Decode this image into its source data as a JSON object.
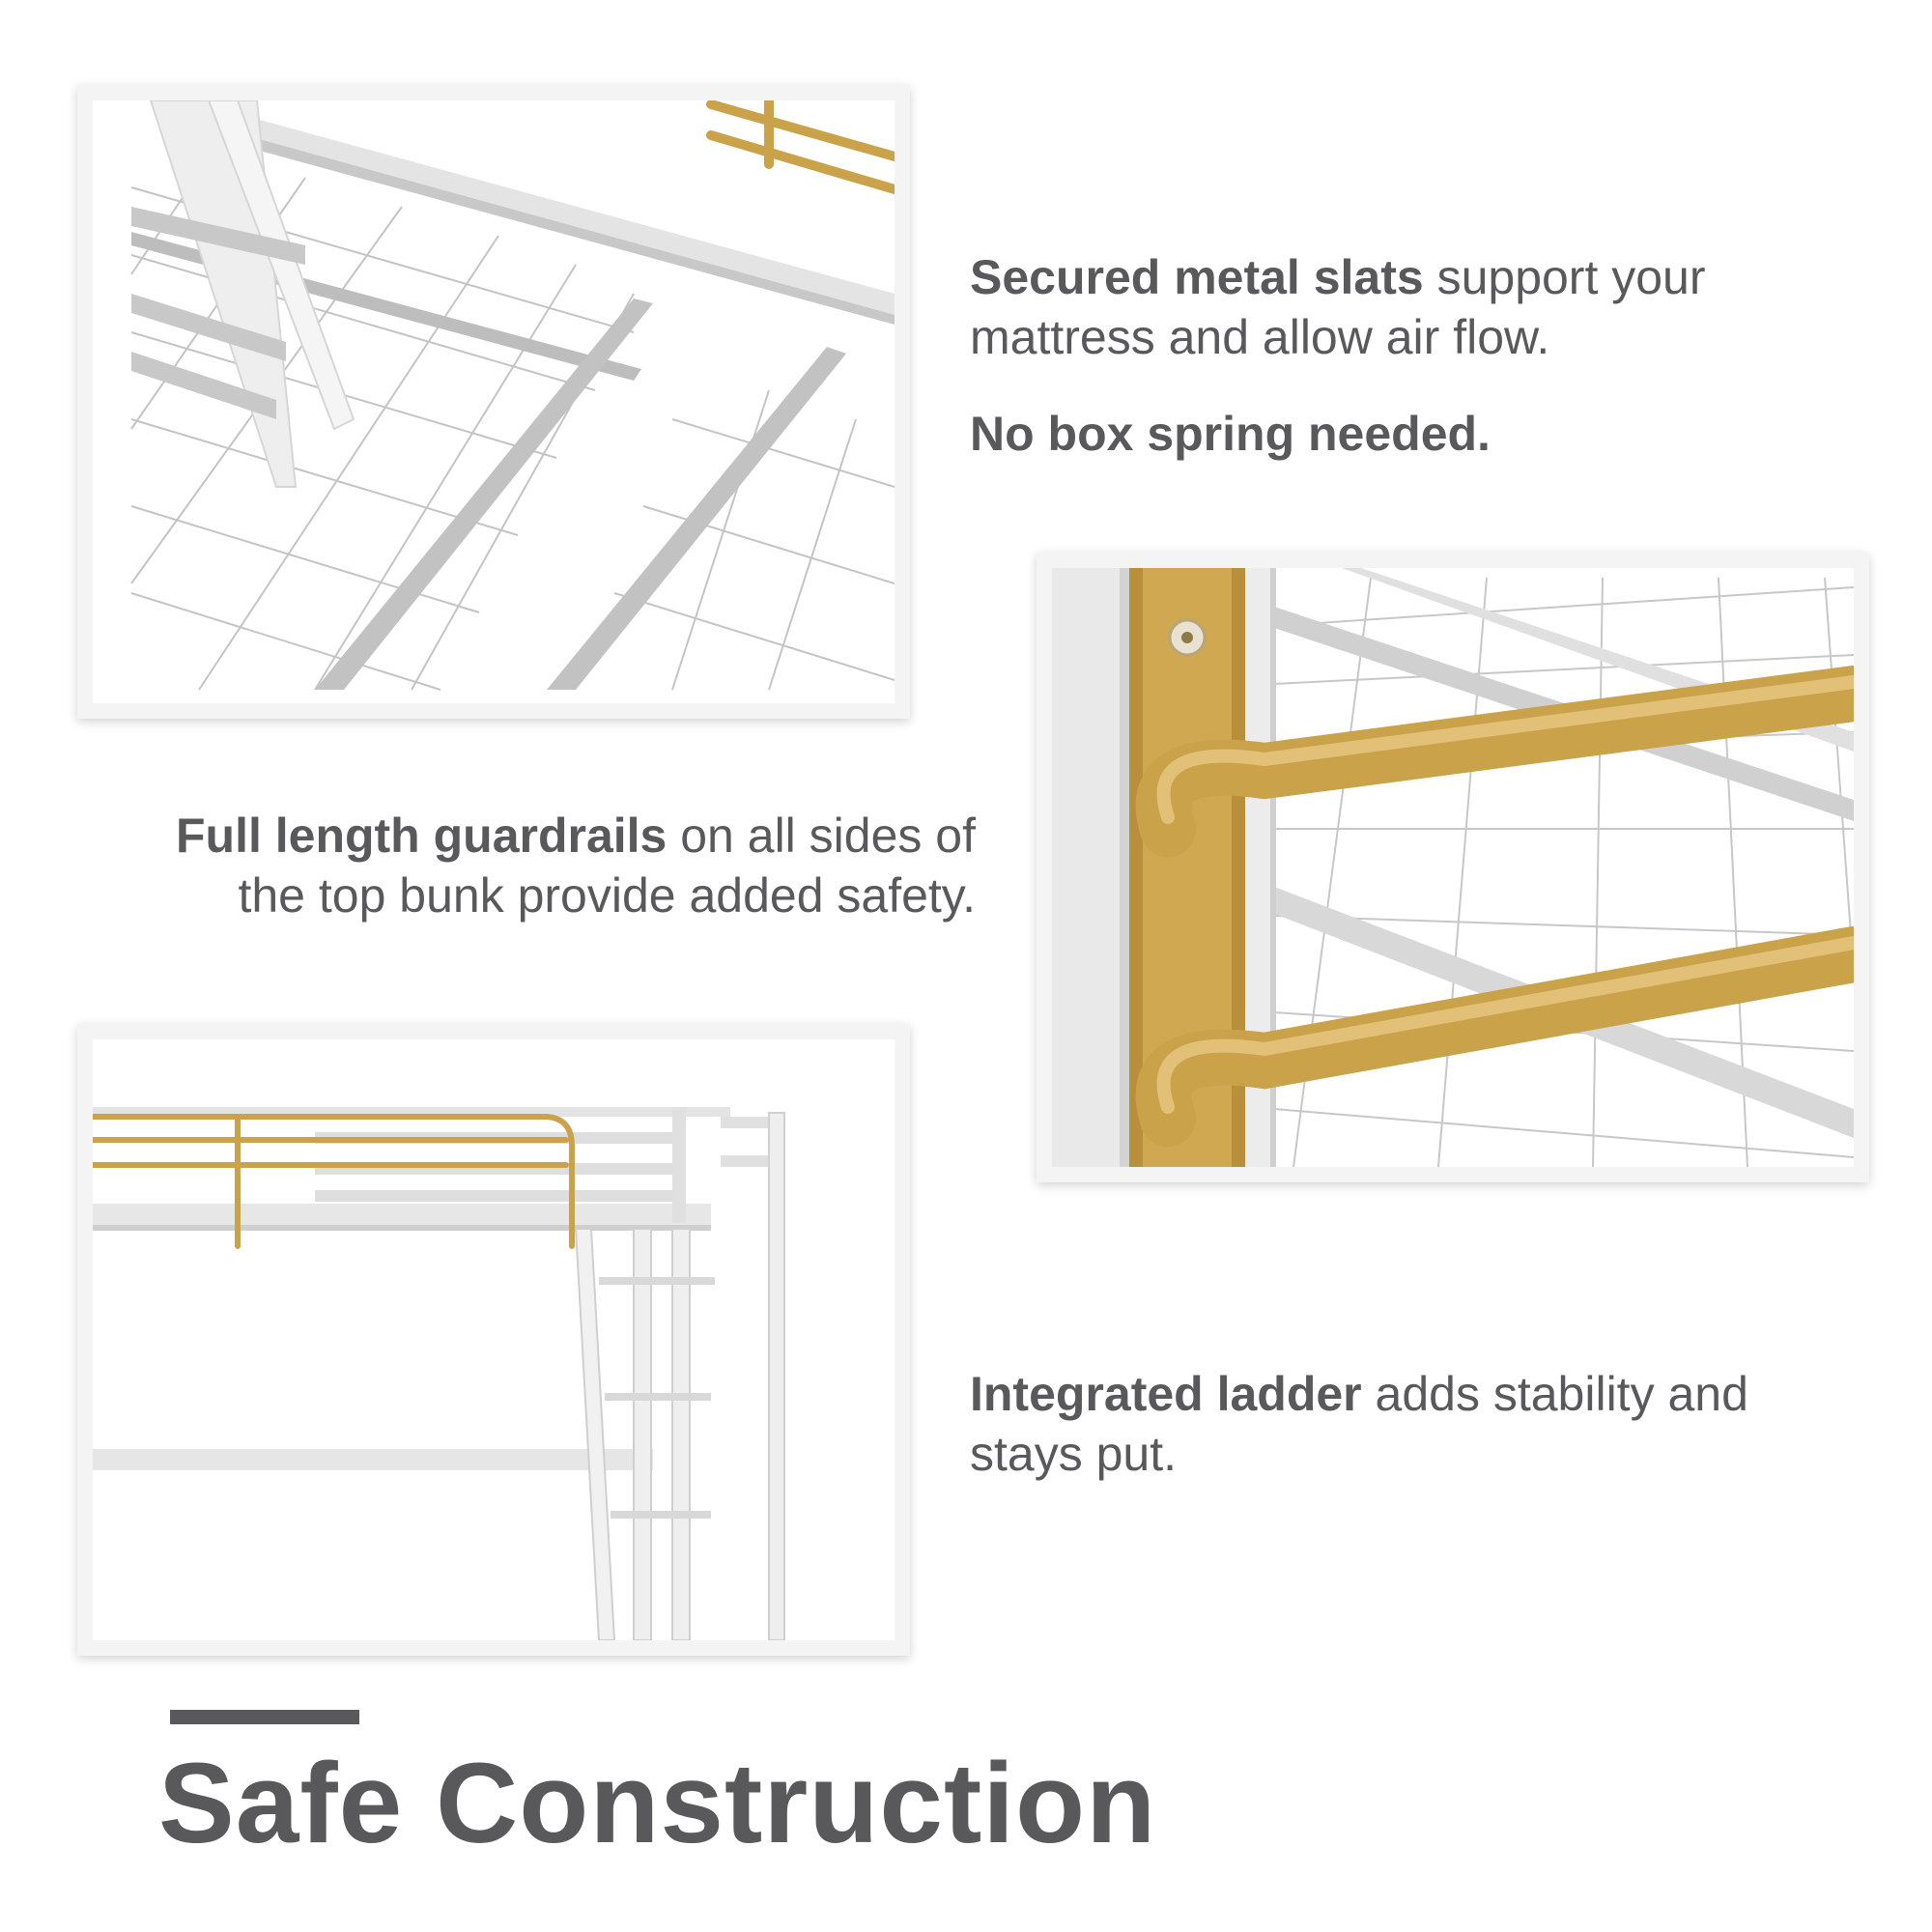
{
  "captions": {
    "slats": {
      "bold": "Secured metal slats",
      "rest": " support your mattress and allow air flow."
    },
    "no_box_spring": "No box spring needed.",
    "guardrails": {
      "bold": "Full length guardrails",
      "rest": " on all sides of the top bunk provide added safety."
    },
    "ladder": {
      "bold": "Integrated ladder",
      "rest": " adds stability and stays put."
    }
  },
  "title": "Safe Construction",
  "colors": {
    "text": "#59595b",
    "gold": "#c9a24a",
    "frame_border": "#f4f4f4",
    "metal_white": "#f2f2f2",
    "metal_shadow": "#c9c9c9"
  },
  "images": {
    "slats": "metal-slat-grid-closeup",
    "guardrail": "gold-guardrail-closeup",
    "ladder": "loft-bed-ladder-side-view"
  }
}
